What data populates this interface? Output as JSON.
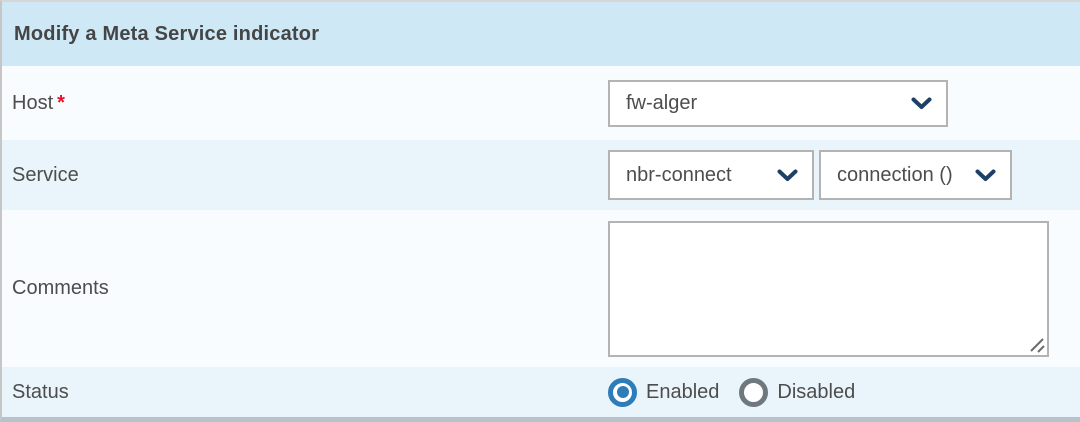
{
  "panel": {
    "title": "Modify a Meta Service indicator"
  },
  "fields": {
    "host": {
      "label": "Host",
      "required_marker": "*",
      "selected": "fw-alger"
    },
    "service": {
      "label": "Service",
      "service_selected": "nbr-connect",
      "metric_selected": "connection ()"
    },
    "comments": {
      "label": "Comments",
      "value": ""
    },
    "status": {
      "label": "Status",
      "options": [
        {
          "label": "Enabled",
          "checked": true
        },
        {
          "label": "Disabled",
          "checked": false
        }
      ]
    }
  },
  "colors": {
    "header_bg": "#cfe8f6",
    "row_light": "#f8fcfe",
    "row_alt": "#eaf4fb",
    "field_border": "#b3b3b3",
    "accent_blue": "#2e7cb8",
    "chevron_navy": "#1d4165",
    "required_red": "#e41226",
    "text": "#4d4d4d",
    "bottom_border": "#b7c3cc"
  }
}
